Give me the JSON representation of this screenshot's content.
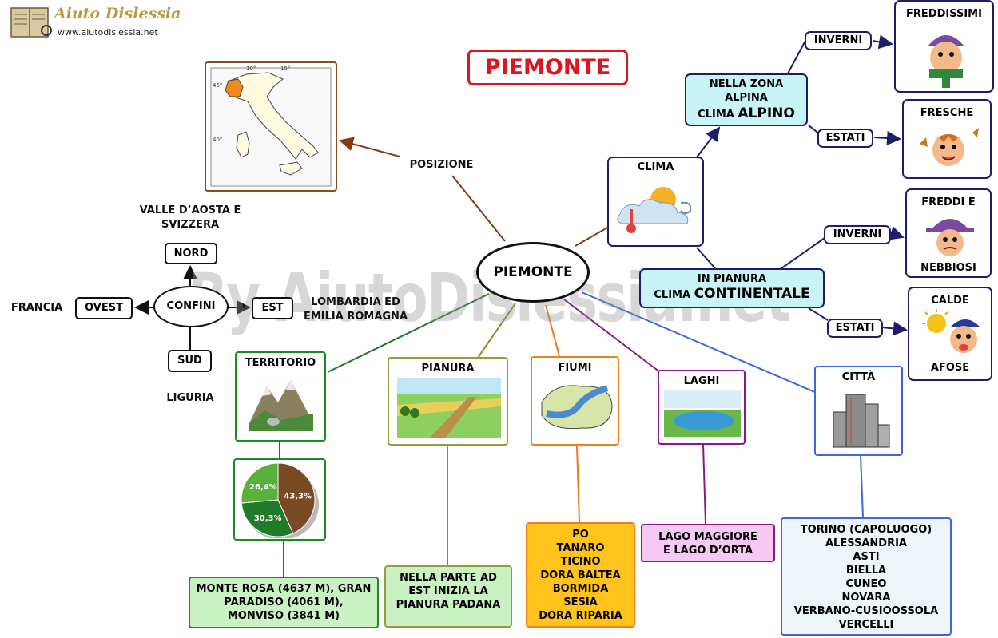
{
  "logo": {
    "name": "Aiuto Dislessia",
    "url": "www.aiutodislessia.net"
  },
  "watermark": "By AiutoDislessia.net",
  "title": "PIEMONTE",
  "center": "PIEMONTE",
  "posizione": "POSIZIONE",
  "map_labels": {
    "lon1": "10°",
    "lon2": "15°",
    "lat1": "45°",
    "lat2": "40°"
  },
  "confini": {
    "label": "CONFINI",
    "nord": "NORD",
    "sud": "SUD",
    "est": "EST",
    "ovest": "OVEST",
    "nord_desc": "VALLE D’AOSTA E SVIZZERA",
    "sud_desc": "LIGURIA",
    "est_desc": "LOMBARDIA ED EMILIA ROMAGNA",
    "ovest_desc": "FRANCIA"
  },
  "clima": {
    "label": "CLIMA",
    "alpino_line1": "NELLA ZONA",
    "alpino_line2": "ALPINA",
    "alpino_prefix": "CLIMA",
    "alpino_strong": "ALPINO",
    "continentale_line1": "IN PIANURA",
    "continentale_prefix": "CLIMA",
    "continentale_strong": "CONTINENTALE",
    "inverni": "INVERNI",
    "estati": "ESTATI",
    "freddissimi": "FREDDISSIMI",
    "fresche": "FRESCHE",
    "freddi_top": "FREDDI E",
    "freddi_bottom": "NEBBIOSI",
    "calde_top": "CALDE",
    "calde_bottom": "AFOSE"
  },
  "territorio": {
    "label": "TERRITORIO",
    "mountains": "MONTE ROSA (4637 M), GRAN PARADISO (4061 M), MONVISO (3841 M)"
  },
  "pianura": {
    "label": "PIANURA",
    "text": "NELLA PARTE AD EST INIZIA LA PIANURA PADANA"
  },
  "fiumi": {
    "label": "FIUMI",
    "list": [
      "PO",
      "TANARO",
      "TICINO",
      "DORA BALTEA",
      "BORMIDA",
      "SESIA",
      "DORA RIPARIA"
    ]
  },
  "laghi": {
    "label": "LAGHI",
    "text": "LAGO MAGGIORE E LAGO D’ORTA"
  },
  "citta": {
    "label": "CITTÀ",
    "list": [
      "TORINO (CAPOLUOGO)",
      "ALESSANDRIA",
      "ASTI",
      "BIELLA",
      "CUNEO",
      "NOVARA",
      "VERBANO-CUSIOOSSOLA",
      "VERCELLI"
    ]
  },
  "chart_data": {
    "type": "pie",
    "categories": [
      "",
      "",
      ""
    ],
    "values": [
      43.3,
      30.3,
      26.4
    ],
    "labels": [
      "43,3%",
      "30,3%",
      "26,4%"
    ],
    "colors": [
      "#7a4a22",
      "#1f7a2a",
      "#59b03c"
    ]
  }
}
